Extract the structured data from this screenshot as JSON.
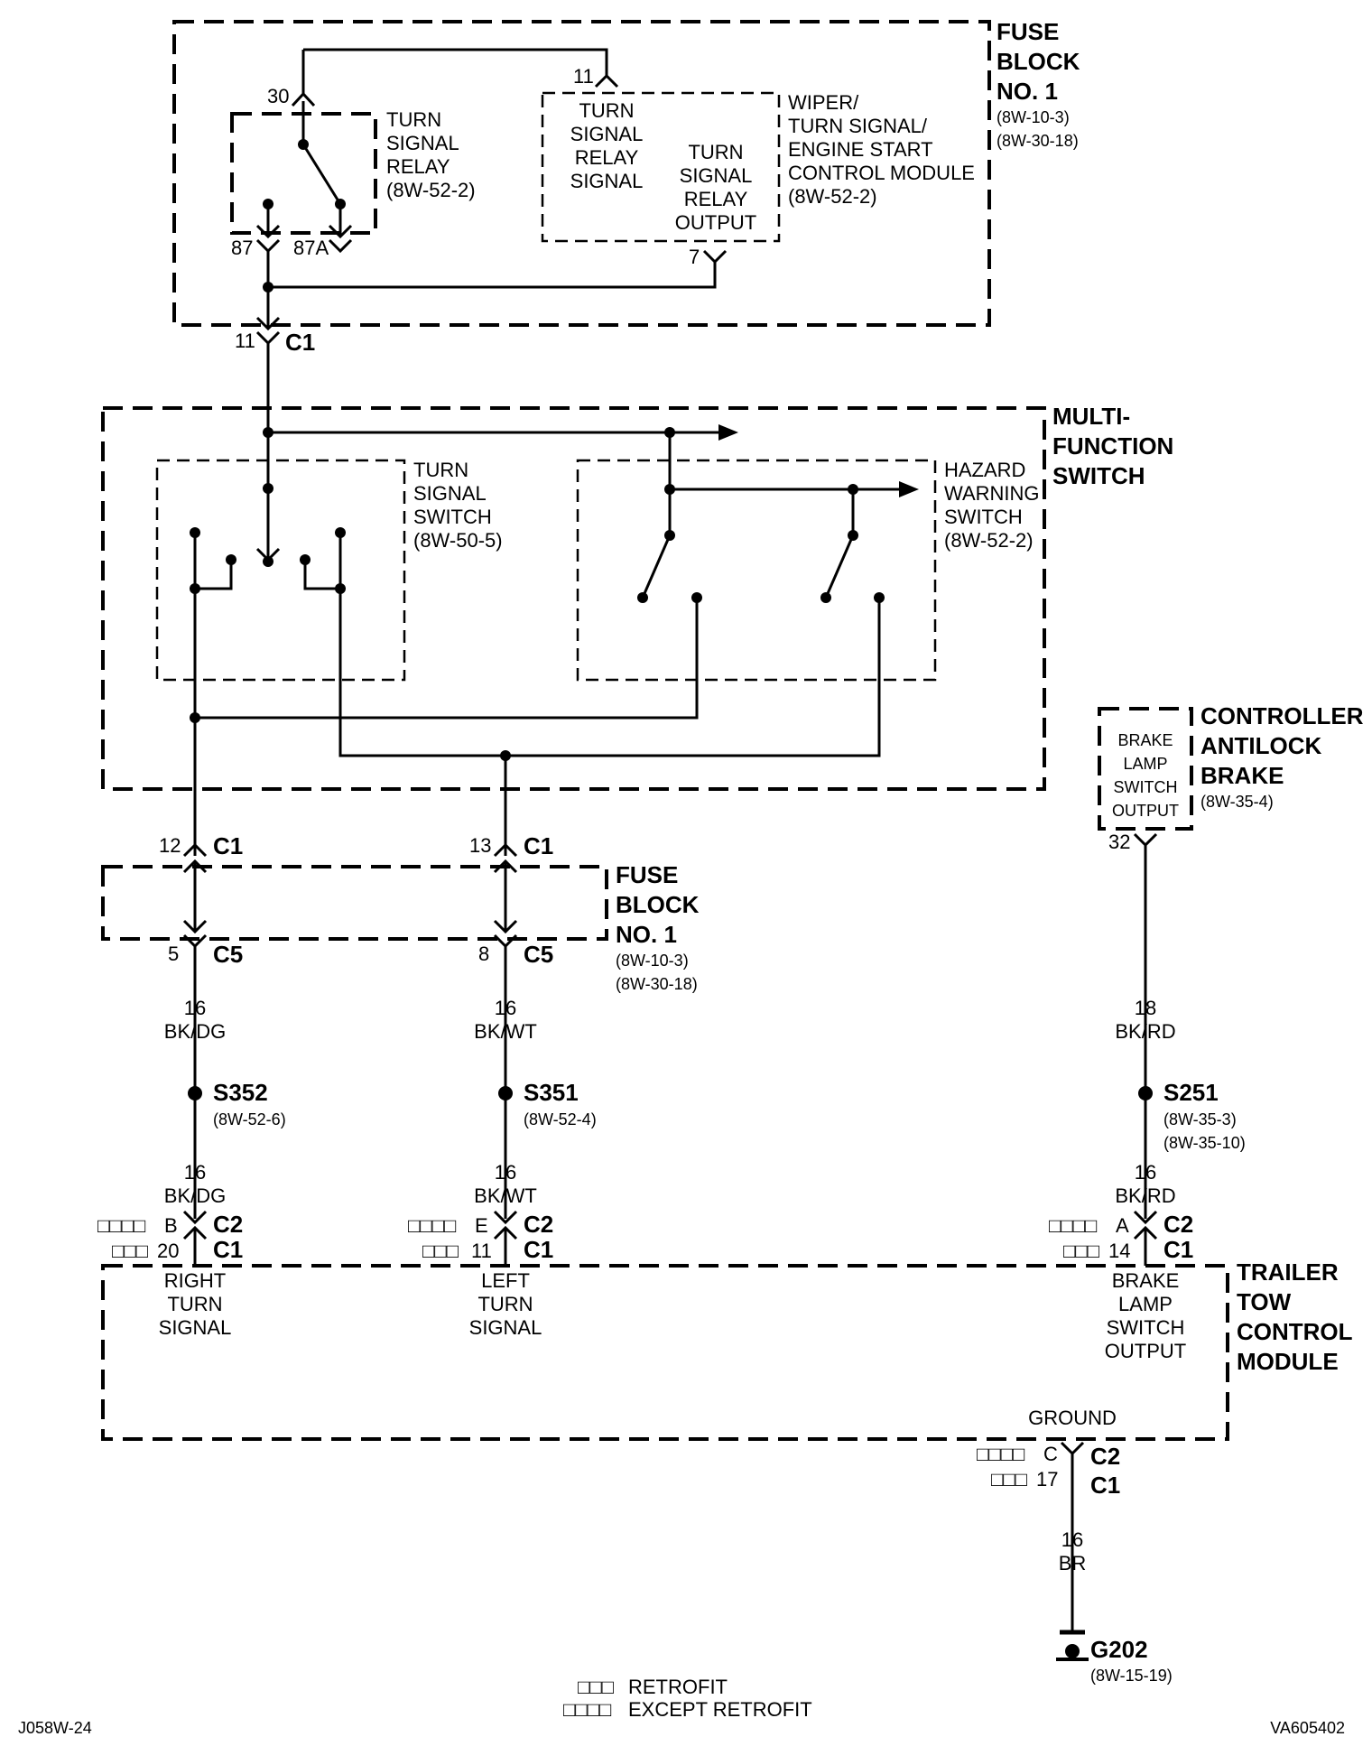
{
  "fuse_block_top": {
    "title": [
      "FUSE",
      "BLOCK",
      "NO. 1"
    ],
    "refs": [
      "(8W-10-3)",
      "(8W-30-18)"
    ]
  },
  "relay": {
    "label": [
      "TURN",
      "SIGNAL",
      "RELAY",
      "(8W-52-2)"
    ],
    "pin30": "30",
    "pin87": "87",
    "pin87a": "87A"
  },
  "wiper_module": {
    "label": [
      "WIPER/",
      "TURN SIGNAL/",
      "ENGINE START",
      "CONTROL MODULE",
      "(8W-52-2)"
    ],
    "input_label": [
      "TURN",
      "SIGNAL",
      "RELAY",
      "SIGNAL"
    ],
    "output_label": [
      "TURN",
      "SIGNAL",
      "RELAY",
      "OUTPUT"
    ],
    "pin_in": "11",
    "pin_out": "7"
  },
  "c1_top": {
    "pin": "11",
    "name": "C1"
  },
  "multifunction": {
    "title": [
      "MULTI-",
      "FUNCTION",
      "SWITCH"
    ]
  },
  "turn_signal_switch": {
    "label": [
      "TURN",
      "SIGNAL",
      "SWITCH",
      "(8W-50-5)"
    ]
  },
  "hazard_switch": {
    "label": [
      "HAZARD",
      "WARNING",
      "SWITCH",
      "(8W-52-2)"
    ]
  },
  "controller": {
    "title": [
      "CONTROLLER",
      "ANTILOCK",
      "BRAKE"
    ],
    "ref": "(8W-35-4)",
    "inner": [
      "BRAKE",
      "LAMP",
      "SWITCH",
      "OUTPUT"
    ],
    "pin": "32"
  },
  "fuse_block_mid": {
    "title": [
      "FUSE",
      "BLOCK",
      "NO. 1"
    ],
    "refs": [
      "(8W-10-3)",
      "(8W-30-18)"
    ],
    "c1_left_pin": "12",
    "c1_right_pin": "13",
    "c1_name": "C1",
    "c5_left_pin": "5",
    "c5_right_pin": "8",
    "c5_name": "C5"
  },
  "circuits": {
    "left": {
      "gauge1": "16",
      "color1": "BK/DG",
      "splice": "S352",
      "splice_ref": "(8W-52-6)",
      "gauge2": "16",
      "color2": "BK/DG",
      "c2_marks": "□□□□",
      "c2_pin": "B",
      "c1_marks": "□□□",
      "c1_pin": "20"
    },
    "mid": {
      "gauge1": "16",
      "color1": "BK/WT",
      "splice": "S351",
      "splice_ref": "(8W-52-4)",
      "gauge2": "16",
      "color2": "BK/WT",
      "c2_marks": "□□□□",
      "c2_pin": "E",
      "c1_marks": "□□□",
      "c1_pin": "11"
    },
    "right": {
      "gauge1": "18",
      "color1": "BK/RD",
      "splice": "S251",
      "splice_refs": [
        "(8W-35-3)",
        "(8W-35-10)"
      ],
      "gauge2": "16",
      "color2": "BK/RD",
      "c2_marks": "□□□□",
      "c2_pin": "A",
      "c1_marks": "□□□",
      "c1_pin": "14"
    },
    "c2_name": "C2",
    "c1_name": "C1"
  },
  "trailer_module": {
    "title": [
      "TRAILER",
      "TOW",
      "CONTROL",
      "MODULE"
    ],
    "right_turn": [
      "RIGHT",
      "TURN",
      "SIGNAL"
    ],
    "left_turn": [
      "LEFT",
      "TURN",
      "SIGNAL"
    ],
    "brake": [
      "BRAKE",
      "LAMP",
      "SWITCH",
      "OUTPUT"
    ],
    "ground": "GROUND"
  },
  "ground": {
    "c2_marks": "□□□□",
    "c2_pin": "C",
    "c1_marks": "□□□",
    "c1_pin": "17",
    "c2_name": "C2",
    "c1_name": "C1",
    "gauge": "16",
    "color": "BR",
    "name": "G202",
    "ref": "(8W-15-19)"
  },
  "legend": {
    "retrofit_marks": "□□□",
    "retrofit": "RETROFIT",
    "except_marks": "□□□□",
    "except": "EXCEPT RETROFIT"
  },
  "footer": {
    "left": "J058W-24",
    "right": "VA605402"
  }
}
